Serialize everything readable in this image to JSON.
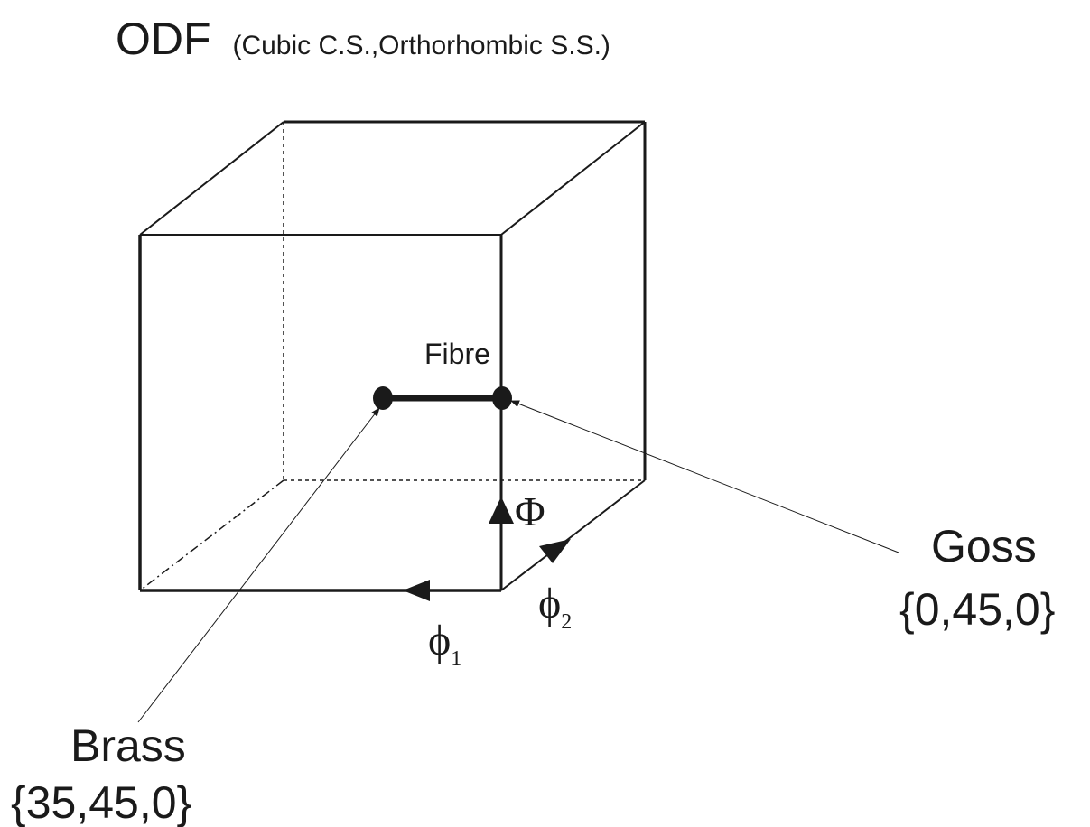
{
  "title": {
    "main": "ODF",
    "sub": "(Cubic C.S.,Orthorhombic S.S.)"
  },
  "labels": {
    "fibre": "Fibre",
    "goss_name": "Goss",
    "goss_angles": "{0,45,0}",
    "brass_name": "Brass",
    "brass_angles": "{35,45,0}"
  },
  "axes": {
    "phi1_symbol": "ϕ",
    "phi1_subscript": "1",
    "Phi_symbol": "Φ",
    "phi2_symbol": "ϕ",
    "phi2_subscript": "2"
  },
  "colors": {
    "ink": "#1a1a1a"
  }
}
